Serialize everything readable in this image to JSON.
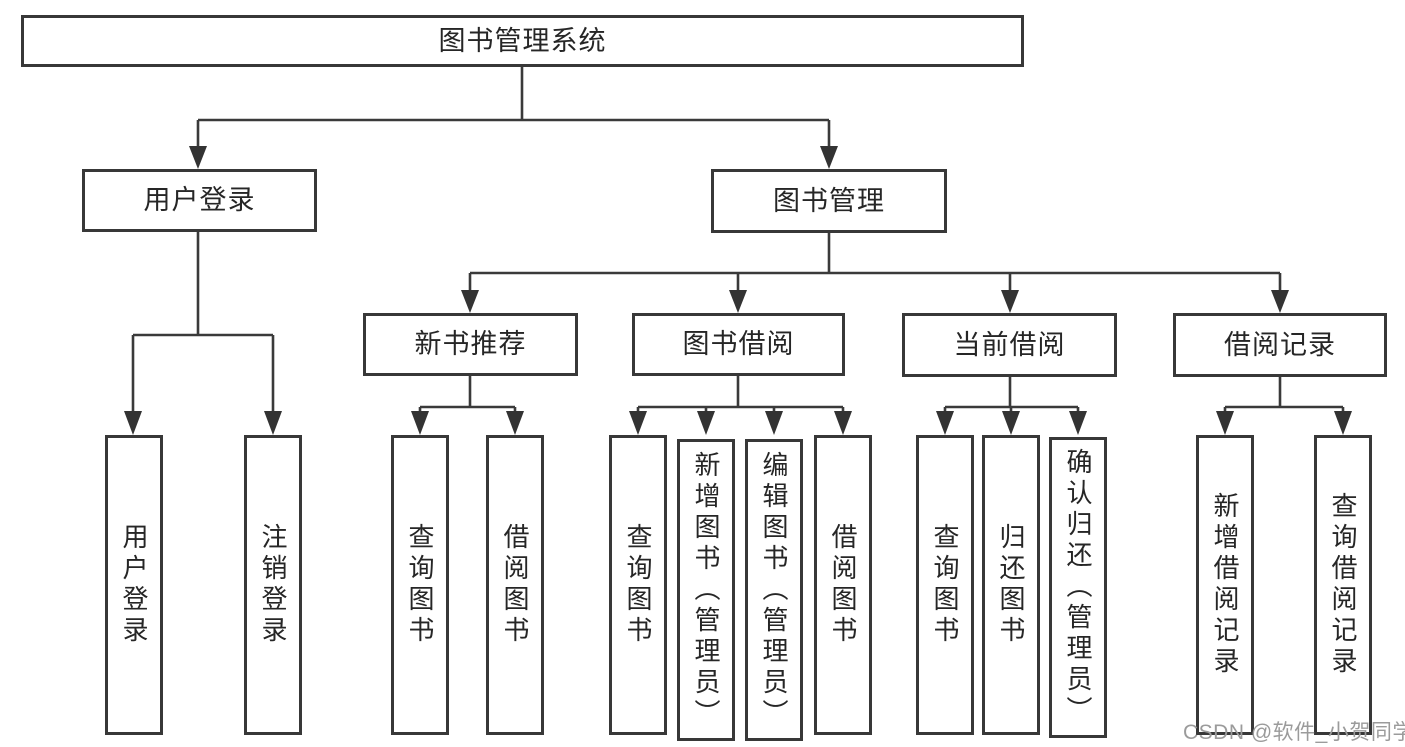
{
  "colors": {
    "background": "#ffffff",
    "line": "#3a3a3a",
    "box_border": "#383838",
    "text": "#262626",
    "watermark": "#9b9b9b"
  },
  "diagram": {
    "root": {
      "label": "图书管理系统"
    },
    "user_login": {
      "label": "用户登录",
      "children": [
        {
          "label": "用户登录"
        },
        {
          "label": "注销登录"
        }
      ]
    },
    "book_management": {
      "label": "图书管理",
      "sections": [
        {
          "label": "新书推荐",
          "children": [
            {
              "label": "查询图书"
            },
            {
              "label": "借阅图书"
            }
          ]
        },
        {
          "label": "图书借阅",
          "children": [
            {
              "label": "查询图书"
            },
            {
              "label": "新增图书（管理员）"
            },
            {
              "label": "编辑图书（管理员）"
            },
            {
              "label": "借阅图书"
            }
          ]
        },
        {
          "label": "当前借阅",
          "children": [
            {
              "label": "查询图书"
            },
            {
              "label": "归还图书"
            },
            {
              "label": "确认归还（管理员）"
            }
          ]
        },
        {
          "label": "借阅记录",
          "children": [
            {
              "label": "新增借阅记录"
            },
            {
              "label": "查询借阅记录"
            }
          ]
        }
      ]
    }
  },
  "watermark": {
    "text": "CSDN @软件_小贺同学"
  }
}
